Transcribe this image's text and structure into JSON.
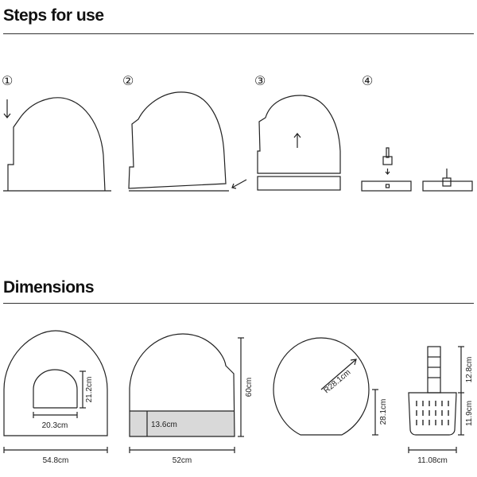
{
  "sections": {
    "steps_title": "Steps for use",
    "dimensions_title": "Dimensions"
  },
  "steps": [
    {
      "number": "①",
      "label": "1"
    },
    {
      "number": "②",
      "label": "2"
    },
    {
      "number": "③",
      "label": "3"
    },
    {
      "number": "④",
      "label": "4"
    }
  ],
  "dimensions": {
    "front": {
      "total_width": "54.8cm",
      "opening_width": "20.3cm",
      "opening_height": "21.2cm"
    },
    "side": {
      "total_width": "52cm",
      "height": "60cm",
      "tray_height": "13.6cm"
    },
    "top": {
      "radius": "R28.1cm",
      "base_height": "28.1cm"
    },
    "scoop": {
      "handle_height": "12.8cm",
      "head_height": "11.9cm",
      "width": "11.08cm"
    }
  },
  "colors": {
    "line": "#222222",
    "tray_fill": "#d9d9d9"
  }
}
